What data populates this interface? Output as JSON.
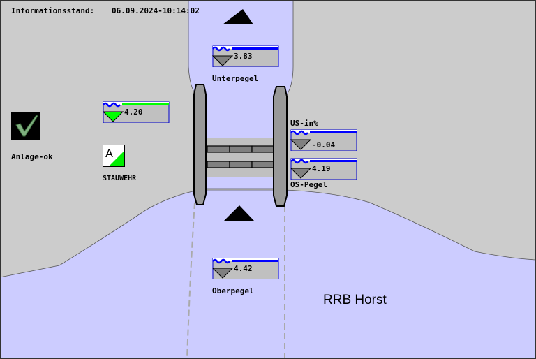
{
  "header": {
    "info_label": "Informationsstand:",
    "timestamp": "06.09.2024-10:14:02"
  },
  "status": {
    "icon": "checkmark-icon",
    "label": "Anlage-ok"
  },
  "mode": {
    "icon": "automatic-mode-icon",
    "letter": "A",
    "label": "STAUWEHR"
  },
  "gauges": {
    "unterpegel": {
      "label": "Unterpegel",
      "value": "3.83",
      "accent": "#808080"
    },
    "wehr": {
      "label": "",
      "value": "4.20",
      "accent": "#00ff00"
    },
    "us_in_pct": {
      "label": "US-in%",
      "value": "-0.04",
      "accent": "#808080"
    },
    "os_pegel": {
      "label": "OS-Pegel",
      "value": "4.19",
      "accent": "#808080"
    },
    "oberpegel": {
      "label": "Oberpegel",
      "value": "4.42",
      "accent": "#808080"
    }
  },
  "flow_arrows": {
    "top": "arrow-up-icon",
    "bottom": "arrow-up-icon"
  },
  "site_name": "RRB Horst",
  "colors": {
    "water": "#ccccff",
    "land": "#cccccc",
    "gauge_border": "#0000cc",
    "wave": "#0000ff",
    "ok_green": "#00ff00"
  }
}
